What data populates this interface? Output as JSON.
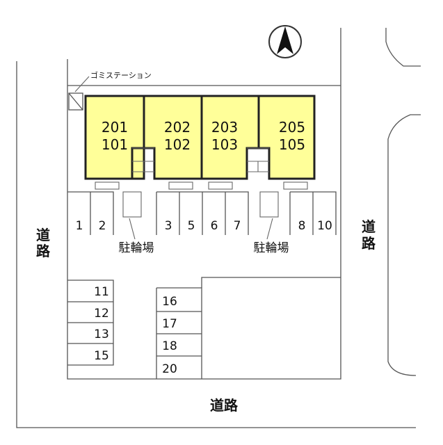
{
  "labels": {
    "garbage_station": "ゴミステーション",
    "bicycle_parking_left": "駐輪場",
    "bicycle_parking_right": "駐輪場",
    "road_left_1": "道",
    "road_left_2": "路",
    "road_right_1": "道",
    "road_right_2": "路",
    "road_bottom": "道路"
  },
  "units": [
    {
      "upper": "201",
      "lower": "101"
    },
    {
      "upper": "202",
      "lower": "102"
    },
    {
      "upper": "203",
      "lower": "103"
    },
    {
      "upper": "205",
      "lower": "105"
    }
  ],
  "parking_top": [
    "1",
    "2",
    "3",
    "5",
    "6",
    "7",
    "8",
    "10"
  ],
  "parking_left": [
    "11",
    "12",
    "13",
    "15"
  ],
  "parking_middle": [
    "16",
    "17",
    "18",
    "20"
  ],
  "colors": {
    "unit_fill": "#ffff99",
    "unit_stroke": "#222222",
    "line": "#555555"
  },
  "icons": {
    "north_arrow": "north-arrow-icon"
  }
}
